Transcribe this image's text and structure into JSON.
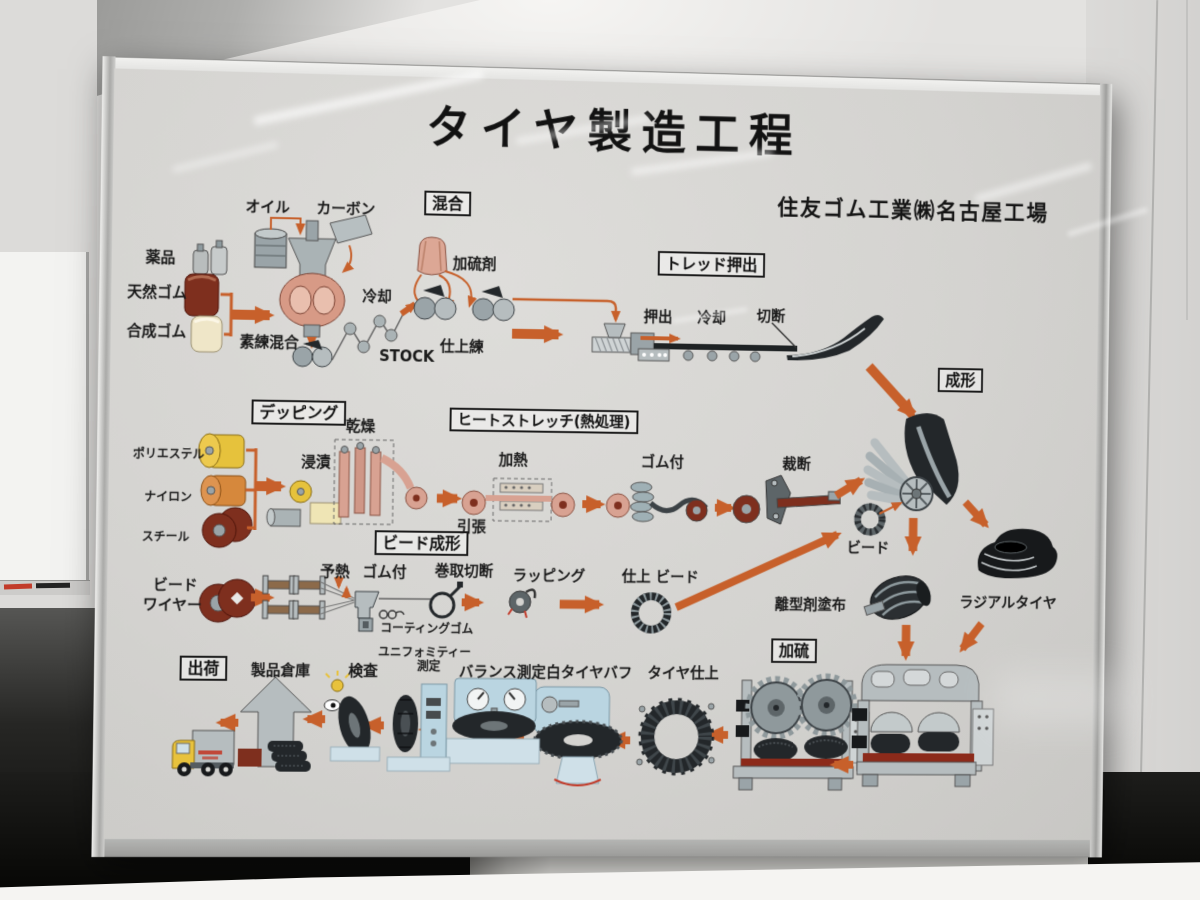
{
  "colors": {
    "accent_orange": "#c7602b",
    "board_surface": "#d4d3d0",
    "machine_gray": "#9fa8ab",
    "salmon": "#d79a86",
    "dark_red": "#7e2f1e",
    "yellow": "#e6c23c",
    "machine_blue": "#bad5e1",
    "black_part": "#23272a"
  },
  "board": {
    "title": "タイヤ製造工程",
    "company": "住友ゴム工業㈱名古屋工場",
    "process_boxes": {
      "mixing": "混合",
      "tread_extrusion": "トレッド押出",
      "forming": "成形",
      "dipping": "デッピング",
      "heat_stretch": "ヒートストレッチ(熱処理)",
      "bead_forming": "ビード成形",
      "curing": "加硫",
      "shipping": "出荷"
    },
    "mixing": {
      "oil": "オイル",
      "carbon": "カーボン",
      "chemicals": "薬品",
      "natural_rubber": "天然ゴム",
      "synthetic_rubber": "合成ゴム",
      "mastication_mix": "素練混合",
      "cooling": "冷却",
      "stock": "STOCK",
      "vulcanizing_agent": "加硫剤",
      "final_mix": "仕上練"
    },
    "tread": {
      "extrusion": "押出",
      "cooling": "冷却",
      "cutting": "切断"
    },
    "dipping": {
      "polyester": "ポリエステル",
      "nylon": "ナイロン",
      "steel": "スチール",
      "immersion": "浸漬",
      "drying": "乾燥"
    },
    "heat_stretch": {
      "heating": "加熱",
      "tension": "引張",
      "rubber_coating": "ゴム付",
      "cutting": "裁断"
    },
    "forming": {
      "bead": "ビード",
      "release_agent": "離型剤塗布",
      "radial_tire": "ラジアルタイヤ"
    },
    "bead": {
      "wire_line1": "ビード",
      "wire_line2": "ワイヤー",
      "preheat": "予熱",
      "rubber_coating": "ゴム付",
      "wind_cut": "巻取切断",
      "wrapping": "ラッピング",
      "finished_bead": "仕上 ビード",
      "coating_rubber": "コーティングゴム"
    },
    "final": {
      "warehouse": "製品倉庫",
      "inspection": "検査",
      "uniformity_line1": "ユニフォミティー",
      "uniformity_line2": "測定",
      "balance": "バランス測定",
      "white_buff": "白タイヤバフ",
      "tire_finish": "タイヤ仕上"
    }
  }
}
